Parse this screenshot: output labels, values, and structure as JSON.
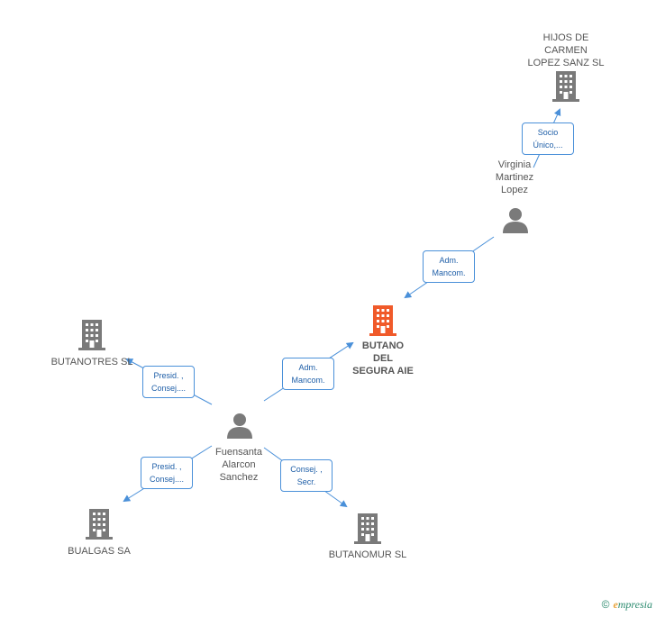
{
  "colors": {
    "company": "#7a7a7a",
    "focus_company": "#f05a2a",
    "person": "#7a7a7a",
    "link": "#4a90d9"
  },
  "nodes": {
    "hijos": {
      "label": "HIJOS DE\nCARMEN\nLOPEZ SANZ SL",
      "icon": "building-icon"
    },
    "virginia": {
      "label": "Virginia\nMartinez\nLopez",
      "icon": "person-icon"
    },
    "butano": {
      "label": "BUTANO\nDEL\nSEGURA AIE",
      "icon": "building-icon"
    },
    "butanotres": {
      "label": "BUTANOTRES SL",
      "icon": "building-icon"
    },
    "fuensanta": {
      "label": "Fuensanta\nAlarcon\nSanchez",
      "icon": "person-icon"
    },
    "bualgas": {
      "label": "BUALGAS SA",
      "icon": "building-icon"
    },
    "butanomur": {
      "label": "BUTANOMUR SL",
      "icon": "building-icon"
    }
  },
  "relations": {
    "virginia_hijos": {
      "line1": "Socio",
      "line2": "Único,..."
    },
    "virginia_butano": {
      "line1": "Adm.",
      "line2": "Mancom."
    },
    "fuensanta_butano": {
      "line1": "Adm.",
      "line2": "Mancom."
    },
    "fuensanta_butanotres": {
      "line1": "Presid. ,",
      "line2": "Consej...."
    },
    "fuensanta_bualgas": {
      "line1": "Presid. ,",
      "line2": "Consej...."
    },
    "fuensanta_butanomur": {
      "line1": "Consej. ,",
      "line2": "Secr."
    }
  },
  "brand": {
    "copyright": "©",
    "initial": "e",
    "rest": "mpresia"
  }
}
